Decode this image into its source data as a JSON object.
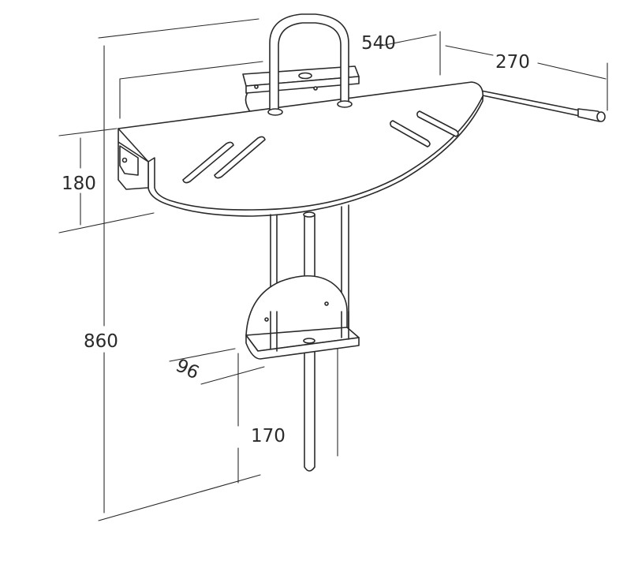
{
  "dimensions": {
    "width_540": "540",
    "depth_270": "270",
    "seat_180": "180",
    "height_860": "860",
    "leg_96": "96",
    "leg_170": "170"
  }
}
